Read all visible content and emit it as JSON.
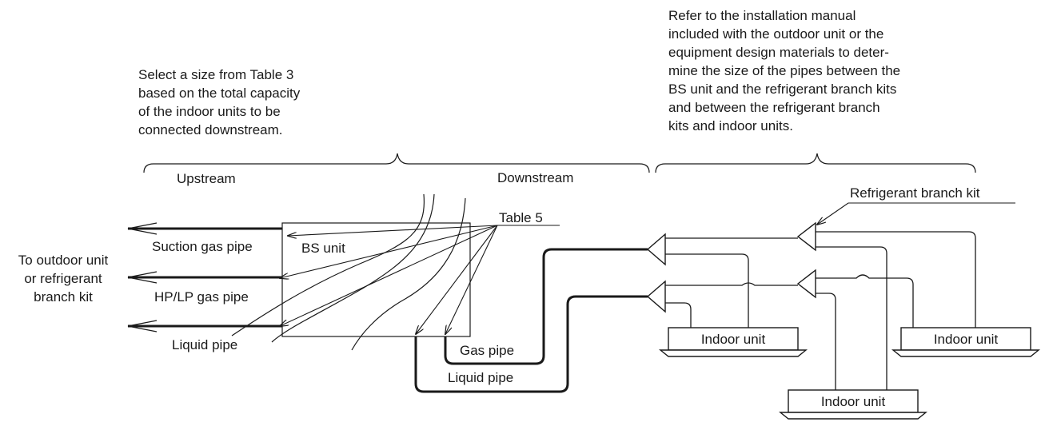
{
  "notes": {
    "left": [
      "Select a size from Table 3",
      "based on the total capacity",
      "of the indoor units to be",
      "connected downstream."
    ],
    "right": [
      "Refer to the installation manual",
      "included with the outdoor unit or the",
      "equipment design materials to deter-",
      "mine the size of the pipes between the",
      "BS unit and the refrigerant branch kits",
      "and between the refrigerant branch",
      "kits and indoor units."
    ]
  },
  "labels": {
    "upstream": "Upstream",
    "downstream": "Downstream",
    "table5": "Table 5",
    "refrigerant_branch_kit": "Refrigerant branch kit",
    "bs_unit": "BS unit",
    "suction_gas_pipe": "Suction gas pipe",
    "hp_lp_gas_pipe": "HP/LP gas pipe",
    "liquid_pipe_left": "Liquid pipe",
    "gas_pipe": "Gas pipe",
    "liquid_pipe_bottom": "Liquid pipe",
    "to_outdoor": [
      "To outdoor unit",
      "or refrigerant",
      "branch kit"
    ],
    "indoor_unit_1": "Indoor unit",
    "indoor_unit_2": "Indoor unit",
    "indoor_unit_3": "Indoor unit"
  }
}
